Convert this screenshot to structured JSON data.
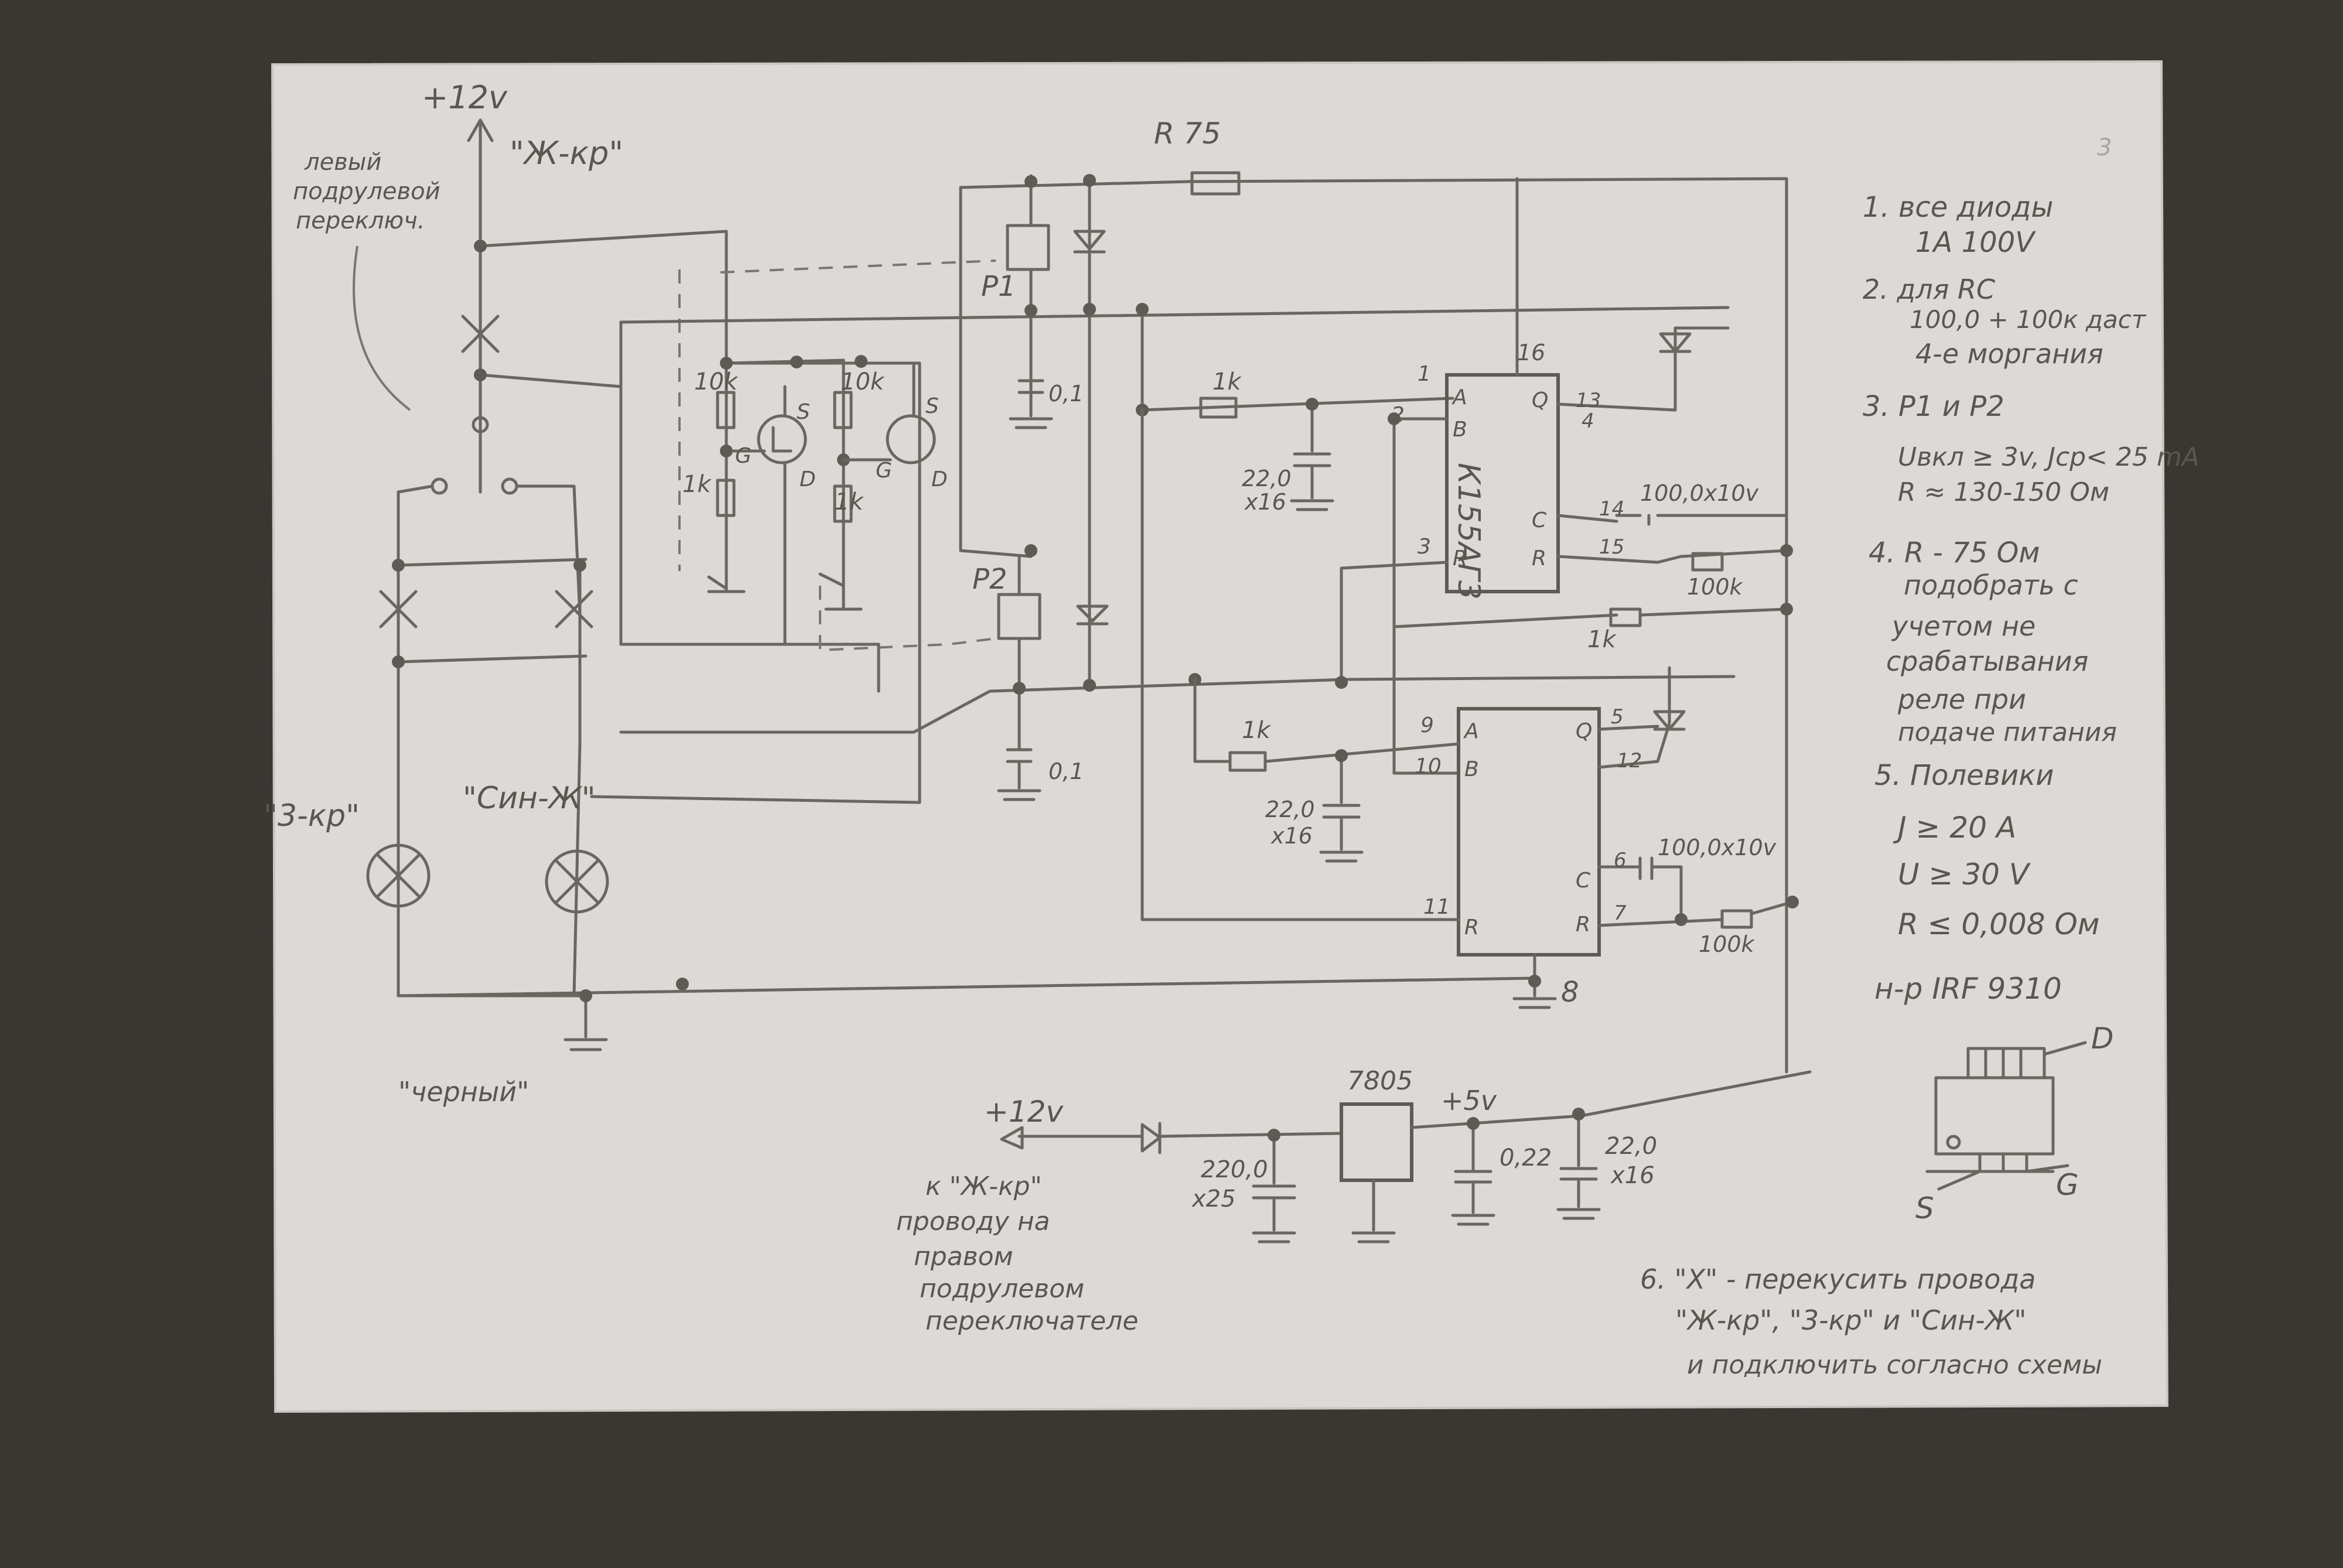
{
  "schematic": {
    "supply_top": "+12v",
    "switch_top_label": "\"Ж-кр\"",
    "left_switch_note": [
      "левый",
      "подрулевой",
      "переключ."
    ],
    "lamp_left_label": "\"3-кр\"",
    "lamp_right_label": "\"Син-Ж\"",
    "ground_label": "\"черный\"",
    "r_top": "R 75",
    "relay1": "P1",
    "relay2": "P2",
    "cap_01a": "0,1",
    "cap_01b": "0,1",
    "res_10k_a": "10k",
    "res_10k_b": "10k",
    "res_1k_a": "1k",
    "res_1k_b": "1k",
    "res_1k_c": "1k",
    "res_1k_d": "1k",
    "res_1k_e": "1k",
    "mosfet_s": "S",
    "mosfet_g": "G",
    "mosfet_d": "D",
    "cap_22_a": "22,0",
    "cap_22_a_v": "x16",
    "cap_22_b": "22,0",
    "cap_22_b_v": "x16",
    "chip_label": "К155АГ3",
    "pin_16": "16",
    "pin_1": "1",
    "pin_2": "2",
    "pin_3": "3",
    "pin_13": "13",
    "pin_4": "4",
    "pin_14": "14",
    "pin_15": "15",
    "pin_9": "9",
    "pin_10": "10",
    "pin_11": "11",
    "pin_5": "5",
    "pin_12": "12",
    "pin_6": "6",
    "pin_7": "7",
    "pin_8": "8",
    "chip_a": "A",
    "chip_b": "B",
    "chip_r": "R",
    "chip_q": "Q",
    "chip_c": "C",
    "cap_100a": "100,0x10v",
    "cap_100b": "100,0x10v",
    "res_100k_a": "100k",
    "res_100k_b": "100k",
    "reg": "7805",
    "reg_in": "+12v",
    "reg_out": "+5v",
    "cap_220": "220,0",
    "cap_220_v": "x25",
    "cap_022": "0,22",
    "cap_22_c": "22,0",
    "cap_22_c_v": "x16",
    "feed_note": [
      "к \"Ж-кр\"",
      "проводу на",
      "правом",
      "подрулевом",
      "переключателе"
    ]
  },
  "notes": {
    "n1": [
      "1.  все диоды",
      "1A  100V"
    ],
    "n2": [
      "2.  для RC",
      "100,0 + 100к даст",
      "4-е моргания"
    ],
    "n3": [
      "3.  P1 и P2",
      "Uвкл ≥ 3v, Jср< 25 mA",
      "R ≈ 130-150 Ом"
    ],
    "n4": [
      "4.  R - 75 Ом",
      "подобрать с",
      "учетом не",
      "срабатывания",
      "реле при",
      "подаче питания"
    ],
    "n5": [
      "5.  Полевики",
      "J ≥ 20 A",
      "U ≥ 30 V",
      "R ≤ 0,008 Ом"
    ],
    "mosfet_part": "н-р  IRF 9310",
    "pin_d": "D",
    "pin_s": "S",
    "pin_g": "G",
    "n6": [
      "6. \"X\" - перекусить провода",
      "\"Ж-кр\", \"3-кр\" и \"Син-Ж\"",
      "и подключить согласно схемы"
    ],
    "page_number": "3"
  }
}
